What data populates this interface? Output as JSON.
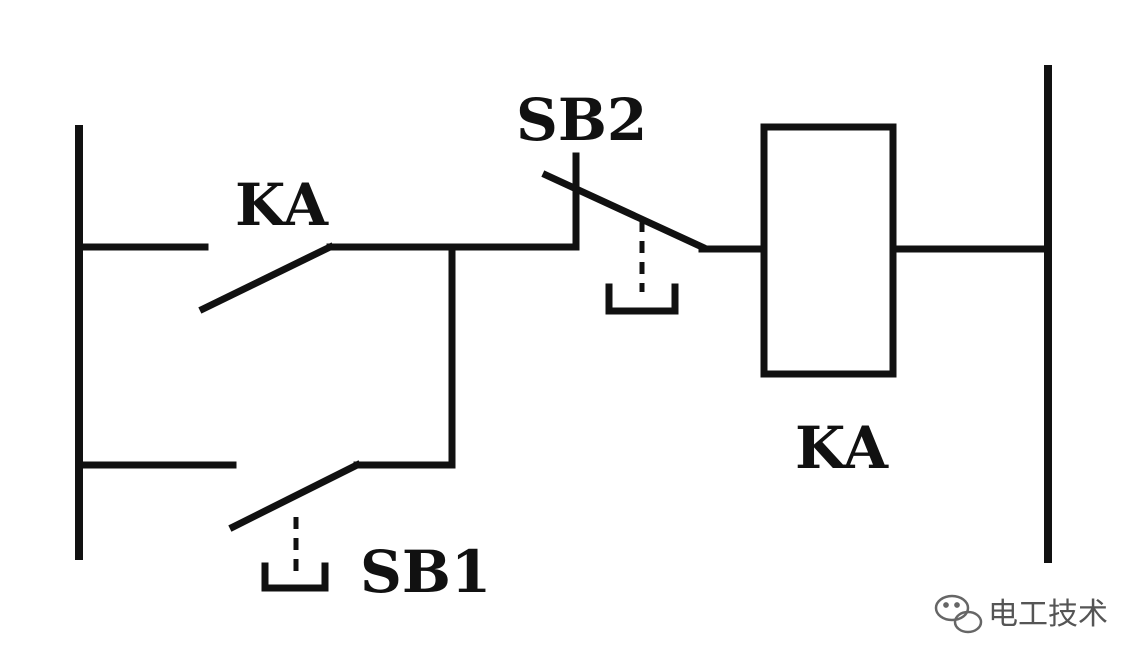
{
  "labels": {
    "ka_contact": "KA",
    "sb2": "SB2",
    "ka_coil": "KA",
    "sb1": "SB1"
  },
  "watermark": {
    "text": "电工技术",
    "icon": "wechat-logo-icon"
  },
  "colors": {
    "line": "#111111",
    "background": "#ffffff",
    "watermark": "#555555"
  }
}
